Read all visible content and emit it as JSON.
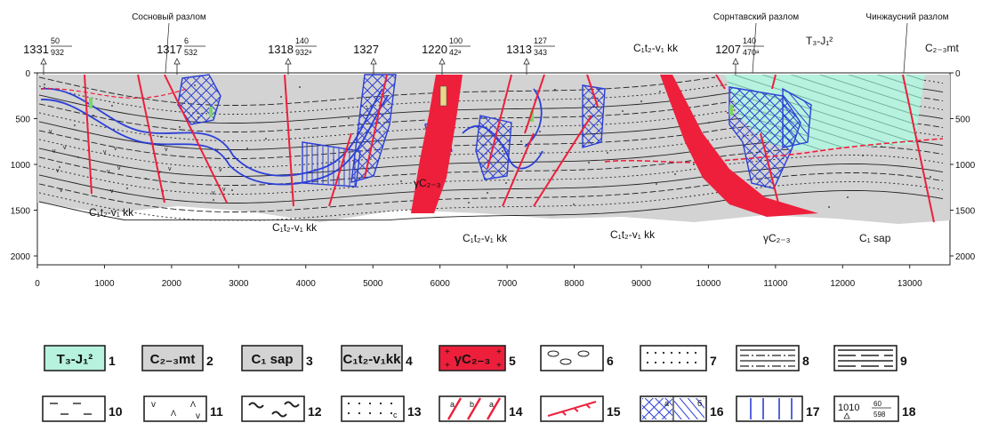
{
  "faults": [
    {
      "label": "Сосновый разлом"
    },
    {
      "label": "Сорнтавский разлом"
    },
    {
      "label": "Чинжаусний разлом"
    }
  ],
  "wells": [
    {
      "id": "1331",
      "num": "50",
      "den": "932"
    },
    {
      "id": "1317",
      "num": "6",
      "den": "532"
    },
    {
      "id": "1318",
      "num": "140",
      "den": "932ᵃ"
    },
    {
      "id": "1327",
      "num": "",
      "den": ""
    },
    {
      "id": "1220",
      "num": "100",
      "den": "42ᵃ"
    },
    {
      "id": "1313",
      "num": "127",
      "den": "343"
    },
    {
      "id": "1207",
      "num": "140",
      "den": "470ᵃ"
    }
  ],
  "top_unit_labels": [
    "C₁t₂-v₁ kk",
    "T₃-J₁²",
    "C₂₋₃mt"
  ],
  "unit_labels": [
    "C₁t₂-v₁ kk",
    "C₁t₂-v₁ kk",
    "C₁t₂-v₁ kk",
    "C₁t₂-v₁ kk",
    "C₁ sap",
    "γC₂₋₃",
    "γC₂₋₃"
  ],
  "depth_axis": {
    "ticks": [
      "0",
      "500",
      "1000",
      "1500",
      "2000"
    ]
  },
  "distance_axis": {
    "ticks": [
      "0",
      "1000",
      "2000",
      "3000",
      "4000",
      "5000",
      "6000",
      "7000",
      "8000",
      "9000",
      "10000",
      "11000",
      "12000",
      "13000"
    ]
  },
  "legend": [
    {
      "num": "1",
      "label": "T₃-J₁²",
      "pattern": "teal-lines"
    },
    {
      "num": "2",
      "label": "C₂₋₃mt",
      "pattern": "grey"
    },
    {
      "num": "3",
      "label": "C₁ sap",
      "pattern": "grey"
    },
    {
      "num": "4",
      "label": "C₁t₂-v₁kk",
      "pattern": "grey"
    },
    {
      "num": "5",
      "label": "γC₂₋₃",
      "pattern": "granite"
    },
    {
      "num": "6",
      "label": "",
      "pattern": "pebbles"
    },
    {
      "num": "7",
      "label": "",
      "pattern": "dots"
    },
    {
      "num": "8",
      "label": "",
      "pattern": "dash-dot-lines"
    },
    {
      "num": "9",
      "label": "",
      "pattern": "lines"
    },
    {
      "num": "10",
      "label": "",
      "pattern": "dashes"
    },
    {
      "num": "11",
      "label": "",
      "pattern": "v-marks"
    },
    {
      "num": "12",
      "label": "",
      "pattern": "wavy"
    },
    {
      "num": "13",
      "label": "",
      "pattern": "dots-c"
    },
    {
      "num": "14",
      "label": "",
      "pattern": "faults-abc",
      "sub": [
        "a",
        "b",
        "a"
      ]
    },
    {
      "num": "15",
      "label": "",
      "pattern": "thrust"
    },
    {
      "num": "16",
      "label": "",
      "pattern": "hatch-ab",
      "sub": [
        "a",
        "б"
      ]
    },
    {
      "num": "17",
      "label": "",
      "pattern": "vert-lines"
    },
    {
      "num": "18",
      "label": "",
      "pattern": "well-symbol",
      "sub": [
        "1010",
        "60",
        "598"
      ]
    }
  ],
  "colors": {
    "red": "#ee1f3b",
    "blue": "#2b3fd6",
    "teal": "#b6f2de",
    "grey": "#d3d3d3"
  }
}
